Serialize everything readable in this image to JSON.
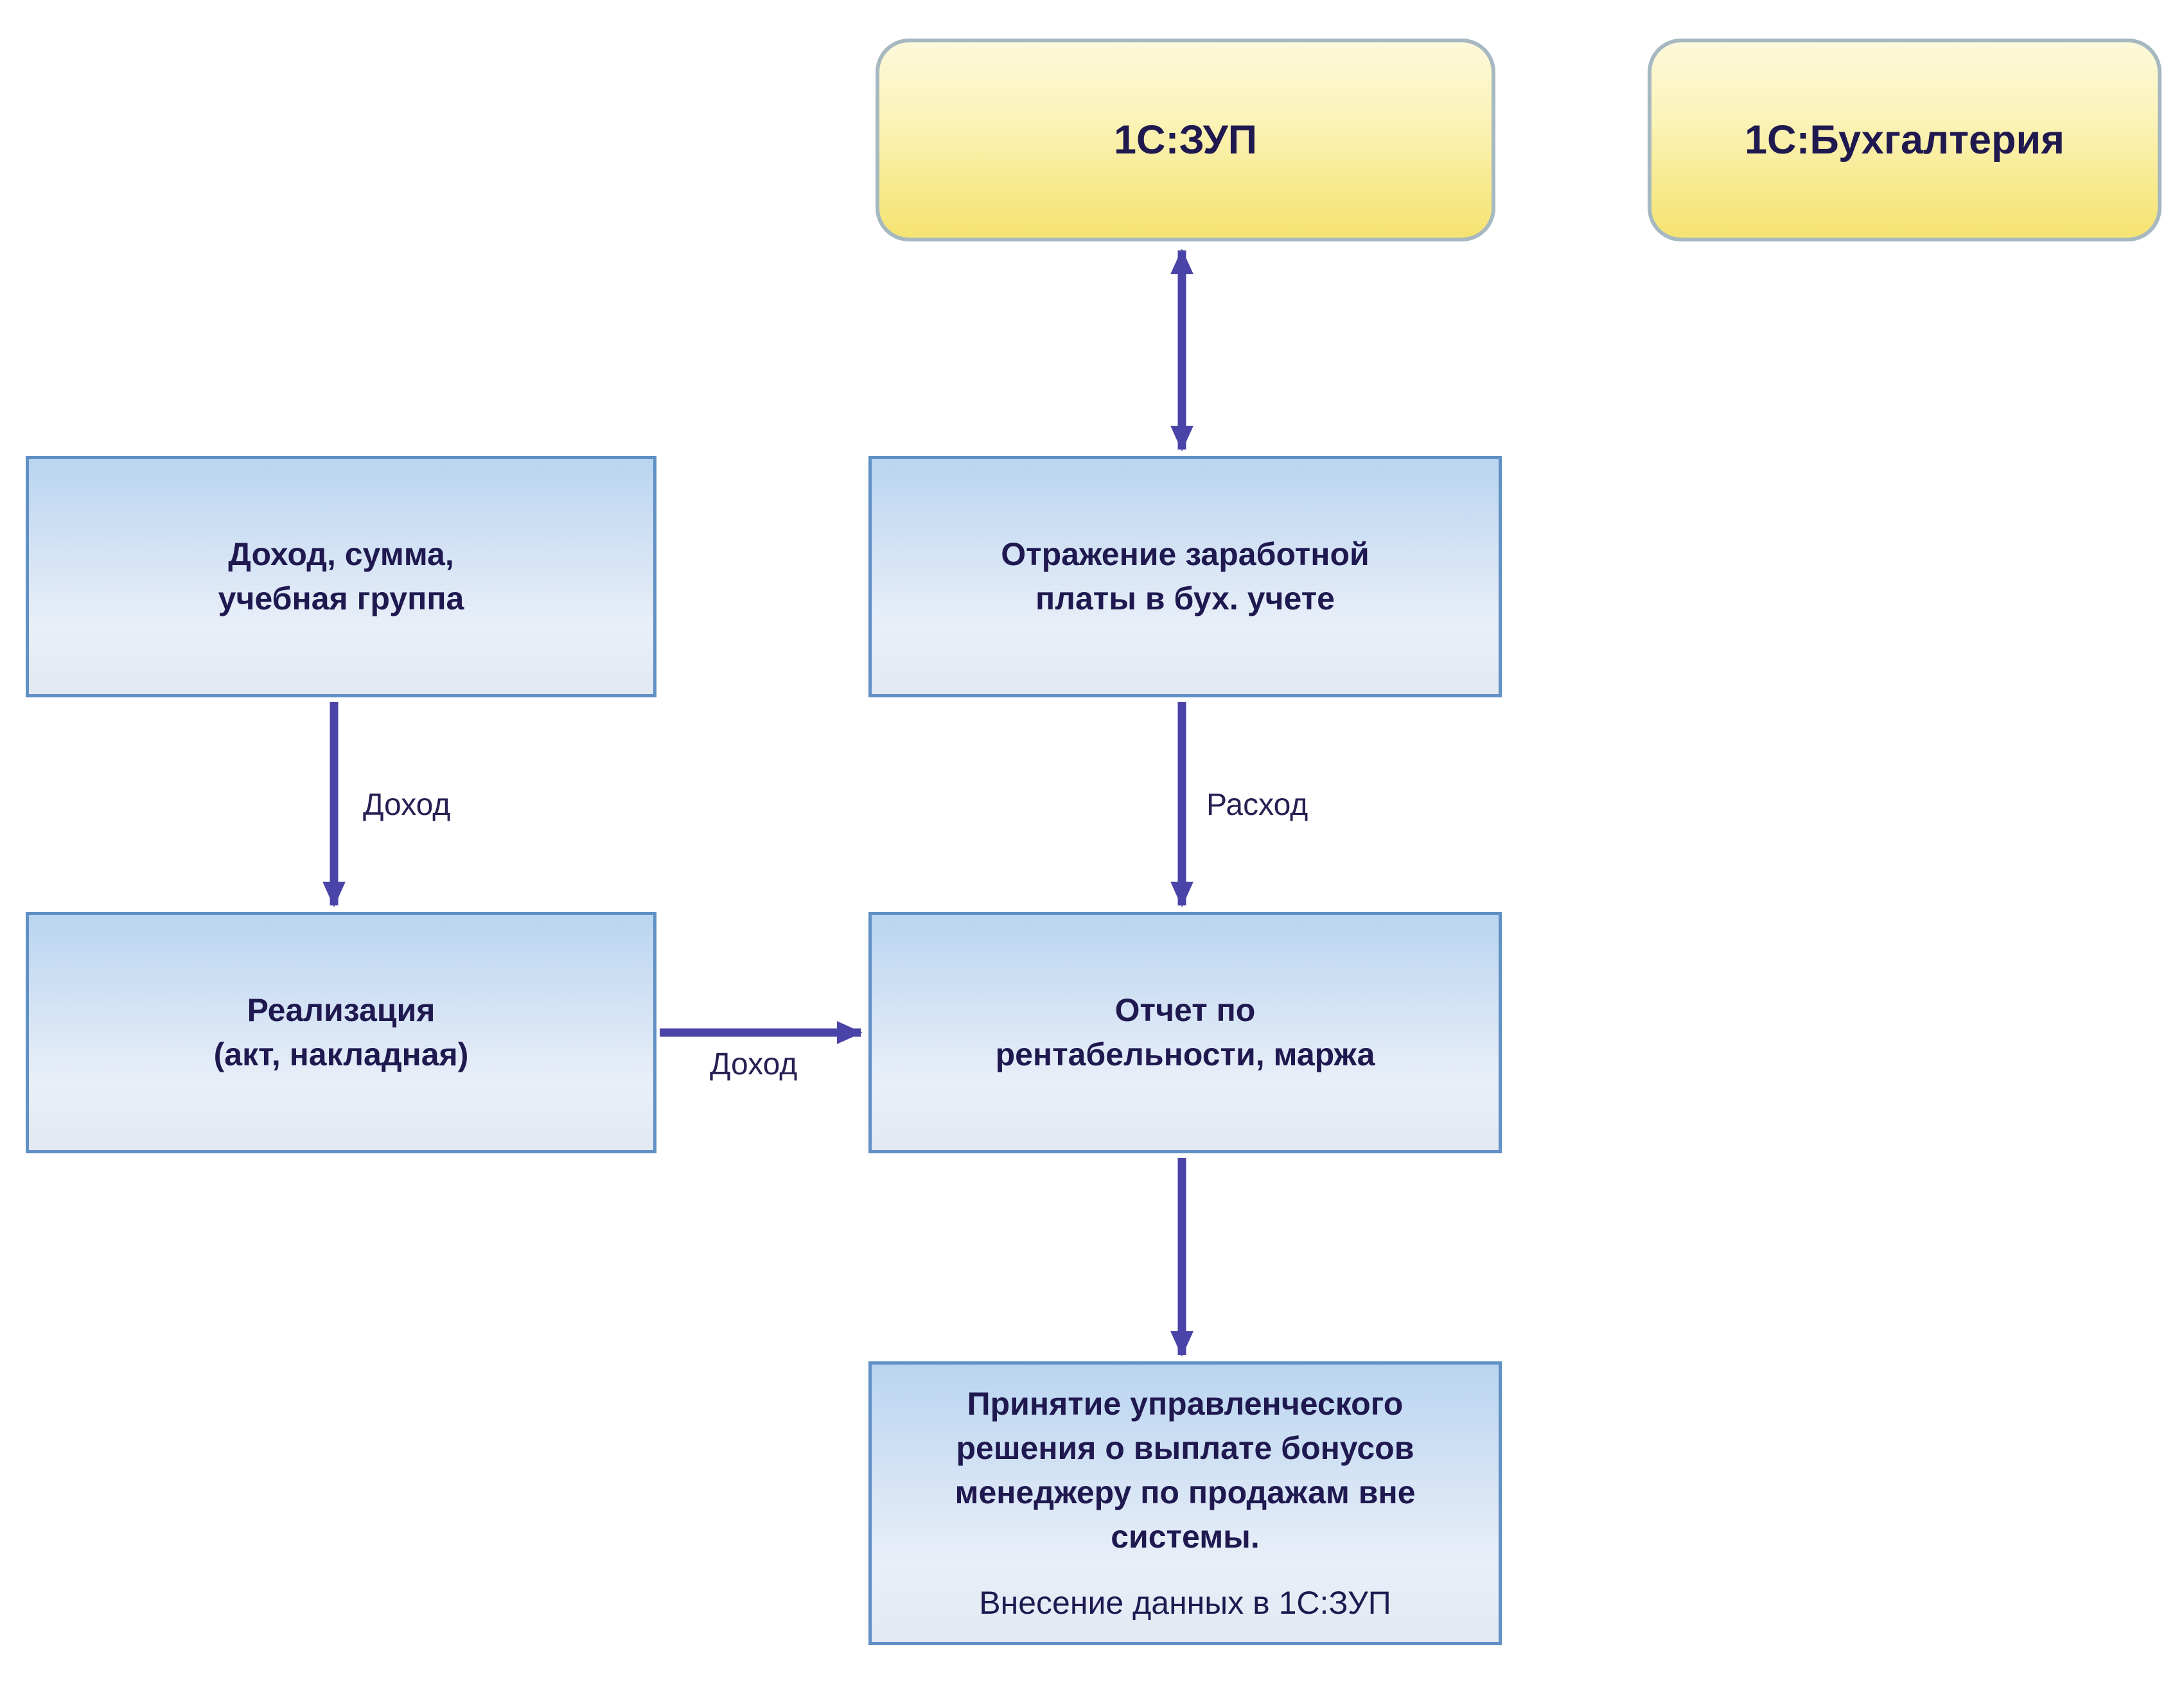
{
  "systems": {
    "zup": {
      "label": "1С:ЗУП"
    },
    "accounting": {
      "label": "1С:Бухгалтерия"
    }
  },
  "nodes": {
    "income_data": {
      "label": "Доход, сумма,\nучебная группа"
    },
    "salary_reflection": {
      "label": "Отражение заработной\nплаты в бух. учете"
    },
    "realization": {
      "label": "Реализация\n(акт, накладная)"
    },
    "profitability_report": {
      "label": "Отчет по\nрентабельности, маржа"
    },
    "management_decision": {
      "label": "Принятие управленческого\nрешения о выплате бонусов\nменеджеру по продажам вне\nсистемы.",
      "sublabel": "Внесение данных в 1С:ЗУП"
    }
  },
  "edges": {
    "income_to_realization": {
      "label": "Доход"
    },
    "salary_to_report": {
      "label": "Расход"
    },
    "realization_to_report": {
      "label": "Доход"
    }
  },
  "colors": {
    "yellow_box_top": "#FDF9DA",
    "yellow_box_bottom": "#F5E372",
    "yellow_box_border": "#A6B8C0",
    "blue_box_top": "#B9D5F0",
    "blue_box_bottom": "#E2E9F3",
    "blue_box_border": "#6090C4",
    "arrow": "#4B44A8",
    "text": "#1F1950",
    "background": "#FFFFFF"
  }
}
